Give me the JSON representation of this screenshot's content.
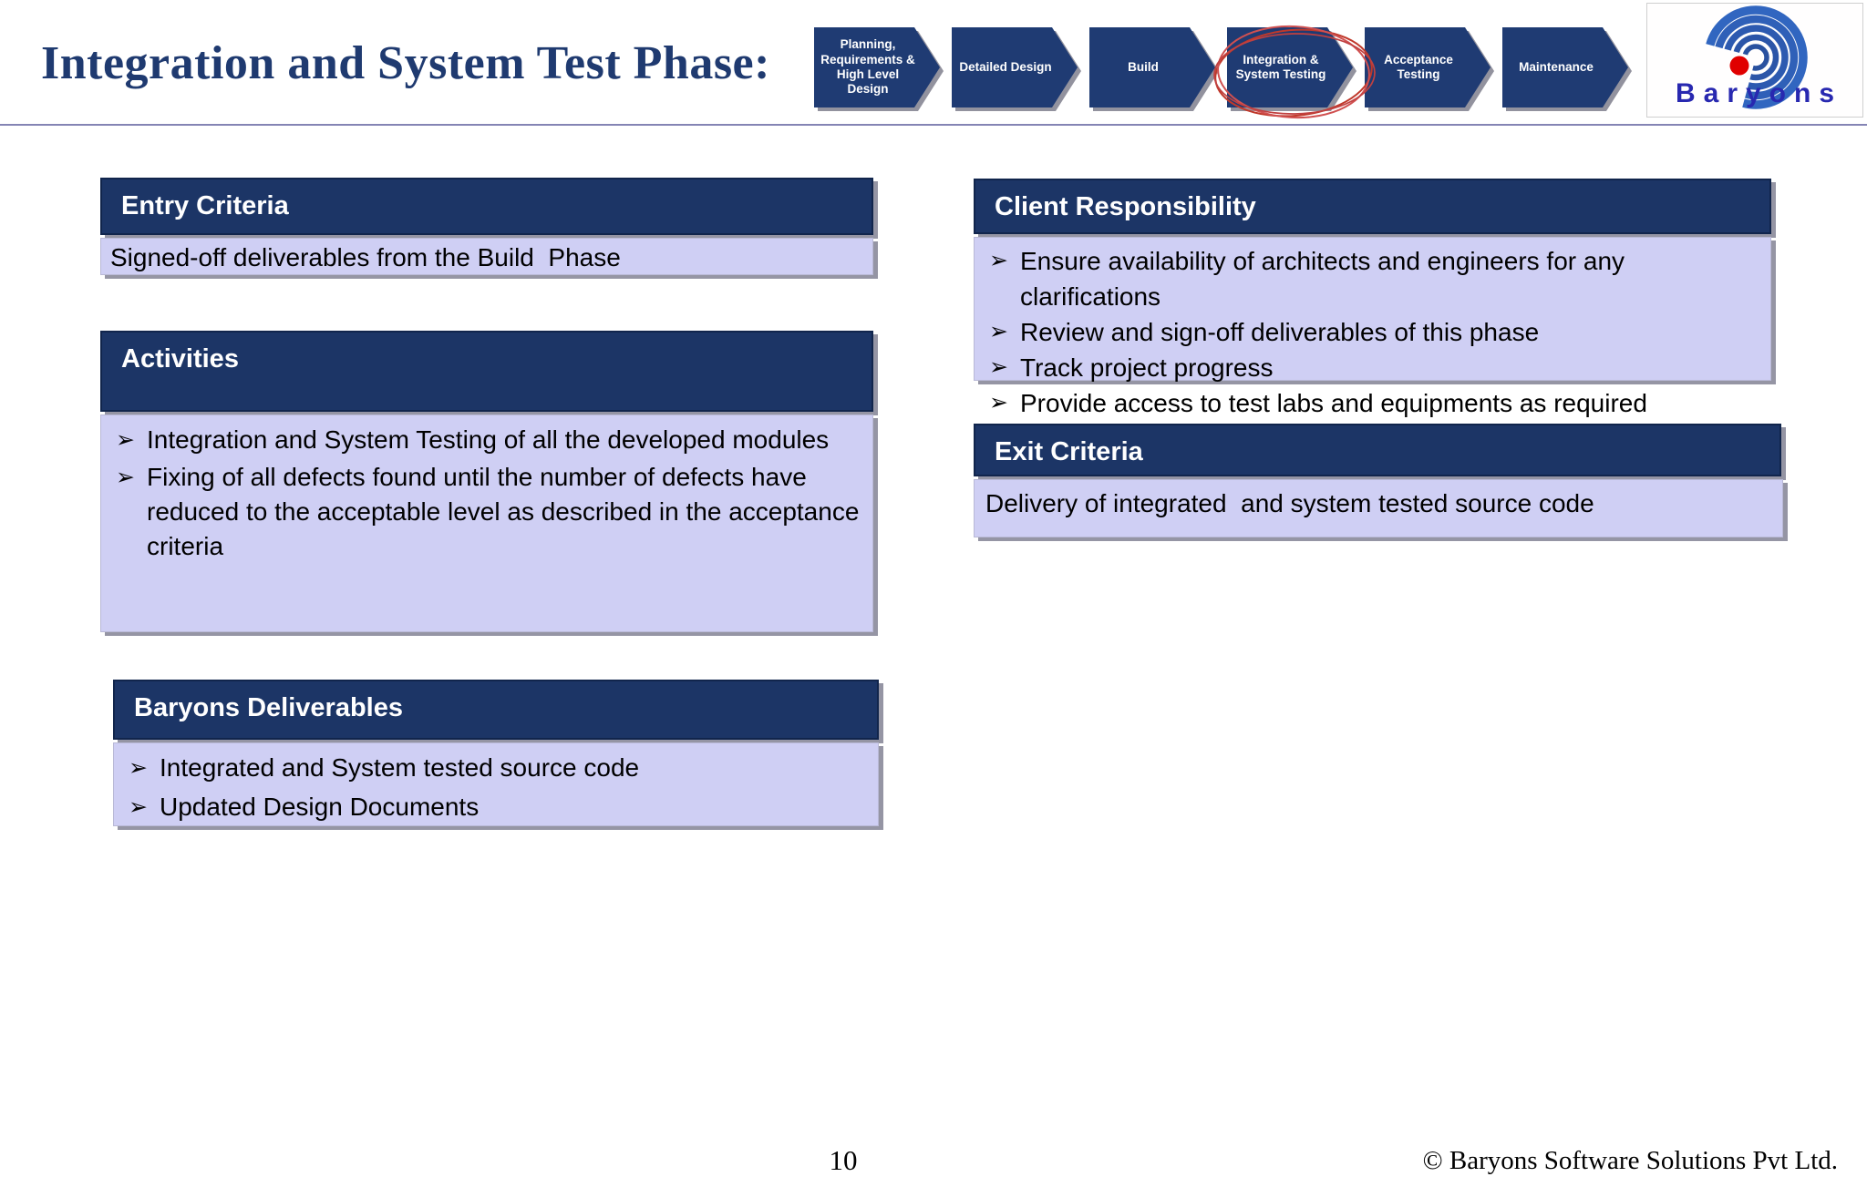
{
  "slide": {
    "title": "Integration and System Test Phase:",
    "page_number": "10",
    "copyright": "© Baryons Software Solutions Pvt Ltd."
  },
  "flow": {
    "steps": [
      {
        "label": "Planning,\nRequirements &\nHigh Level\nDesign",
        "highlighted": false
      },
      {
        "label": "Detailed Design",
        "highlighted": false
      },
      {
        "label": "Build",
        "highlighted": false
      },
      {
        "label": "Integration &\nSystem Testing",
        "highlighted": true
      },
      {
        "label": "Acceptance\nTesting",
        "highlighted": false
      },
      {
        "label": "Maintenance",
        "highlighted": false
      }
    ]
  },
  "logo": {
    "text": "Baryons"
  },
  "glyphs": {
    "bullet": "➢"
  },
  "panels": {
    "entry_criteria": {
      "title": "Entry Criteria",
      "text": "Signed-off deliverables from the Build  Phase"
    },
    "activities": {
      "title": "Activities",
      "bullets": [
        "Integration and System Testing of all the developed modules",
        "Fixing of all defects found until the number of defects have reduced to the acceptable level as described in the acceptance criteria"
      ]
    },
    "baryons_deliverables": {
      "title": "Baryons Deliverables",
      "bullets": [
        "Integrated and System tested source code",
        "Updated Design Documents"
      ]
    },
    "client_responsibility": {
      "title": "Client Responsibility",
      "bullets": [
        "Ensure availability of architects and engineers for any clarifications",
        "Review and sign-off deliverables of this phase",
        "Track project progress",
        "Provide access to test labs and equipments as required"
      ]
    },
    "exit_criteria": {
      "title": "Exit Criteria",
      "text": "Delivery of integrated  and system tested source code"
    }
  },
  "colors": {
    "header_navy": "#1c3566",
    "chevron_navy": "#1f3b73",
    "body_lavender": "#cfcff4",
    "title_navy": "#1f3a70",
    "highlight_red": "#c0392b",
    "logo_blue": "#2d5cb5",
    "logo_text_blue": "#2828b0",
    "logo_dot_red": "#e00000",
    "divider": "#8484b4"
  }
}
